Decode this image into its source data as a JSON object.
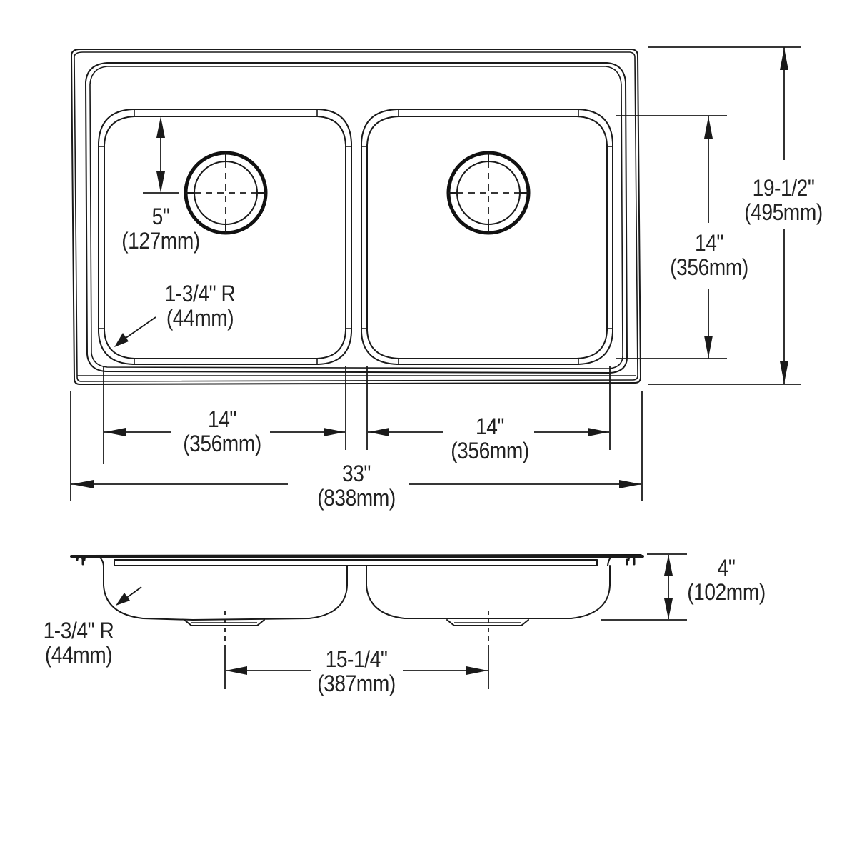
{
  "drawing": {
    "title": "Double bowl drop-in sink dimension drawing",
    "line_color": "#1a1a1a",
    "background": "#ffffff"
  },
  "top_view": {
    "overall_width": {
      "imperial": "33\"",
      "metric": "(838mm)"
    },
    "overall_depth": {
      "imperial": "19-1/2\"",
      "metric": "(495mm)"
    },
    "bowl_depth_front_to_back": {
      "imperial": "14\"",
      "metric": "(356mm)"
    },
    "left_bowl_width": {
      "imperial": "14\"",
      "metric": "(356mm)"
    },
    "right_bowl_width": {
      "imperial": "14\"",
      "metric": "(356mm)"
    },
    "drain_offset_from_back": {
      "imperial": "5\"",
      "metric": "(127mm)"
    },
    "corner_radius": {
      "imperial": "1-3/4\" R",
      "metric": "(44mm)"
    }
  },
  "side_view": {
    "bowl_depth": {
      "imperial": "4\"",
      "metric": "(102mm)"
    },
    "drain_center_to_center": {
      "imperial": "15-1/4\"",
      "metric": "(387mm)"
    },
    "bottom_corner_radius": {
      "imperial": "1-3/4\" R",
      "metric": "(44mm)"
    }
  }
}
